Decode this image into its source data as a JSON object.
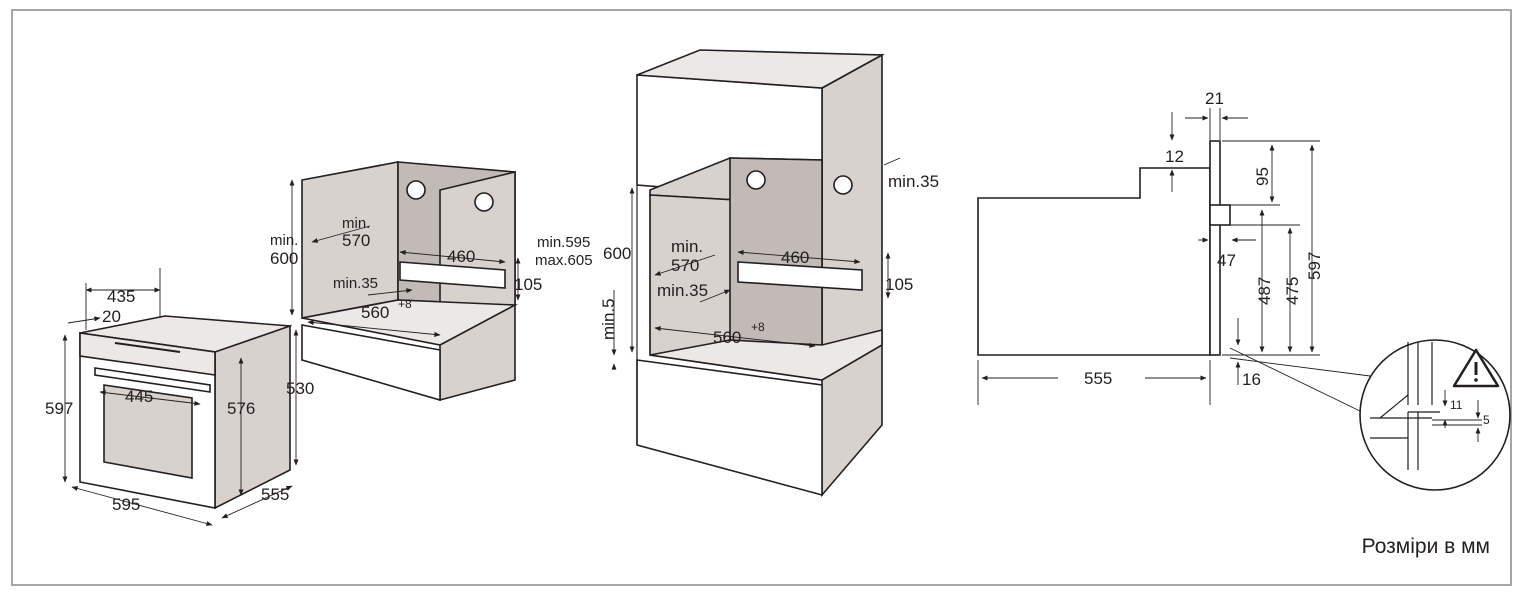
{
  "oven": {
    "depth_top": "435",
    "panel_offset": "20",
    "height": "597",
    "door_width": "445",
    "inner_height": "576",
    "side_depth": "530",
    "width": "595",
    "depth": "555"
  },
  "cabinet_under_counter": {
    "min_depth_label": "min.",
    "min_depth_value": "570",
    "min_height_label": "min.",
    "min_height_value": "600",
    "cutout_width": "460",
    "cutout_height": "105",
    "gap_label": "min.35",
    "opening_width": "560",
    "opening_tolerance": "+8",
    "opening_height_min": "min.595",
    "opening_height_max": "max.605"
  },
  "cabinet_column": {
    "top_gap": "min.35",
    "height": "600",
    "min_depth_label": "min.",
    "min_depth_value": "570",
    "cutout_width": "460",
    "cutout_height": "105",
    "gap_label": "min.35",
    "opening_width": "560",
    "opening_tolerance": "+8",
    "bottom_gap": "min.5"
  },
  "side_view": {
    "front_thickness": "21",
    "step": "12",
    "top_offset": "95",
    "handle_depth": "47",
    "height_487": "487",
    "height_475": "475",
    "total_height": "597",
    "depth": "555",
    "bottom_offset": "16"
  },
  "detail": {
    "gap_11": "11",
    "gap_5": "5",
    "warning_icon": "warning-triangle-icon"
  },
  "footer": {
    "units_note": "Розміри в мм"
  },
  "colors": {
    "cabinet_fill": "#d8d2cf",
    "cabinet_shadow": "#c2bab6",
    "line": "#231f20",
    "frame": "#888888"
  }
}
